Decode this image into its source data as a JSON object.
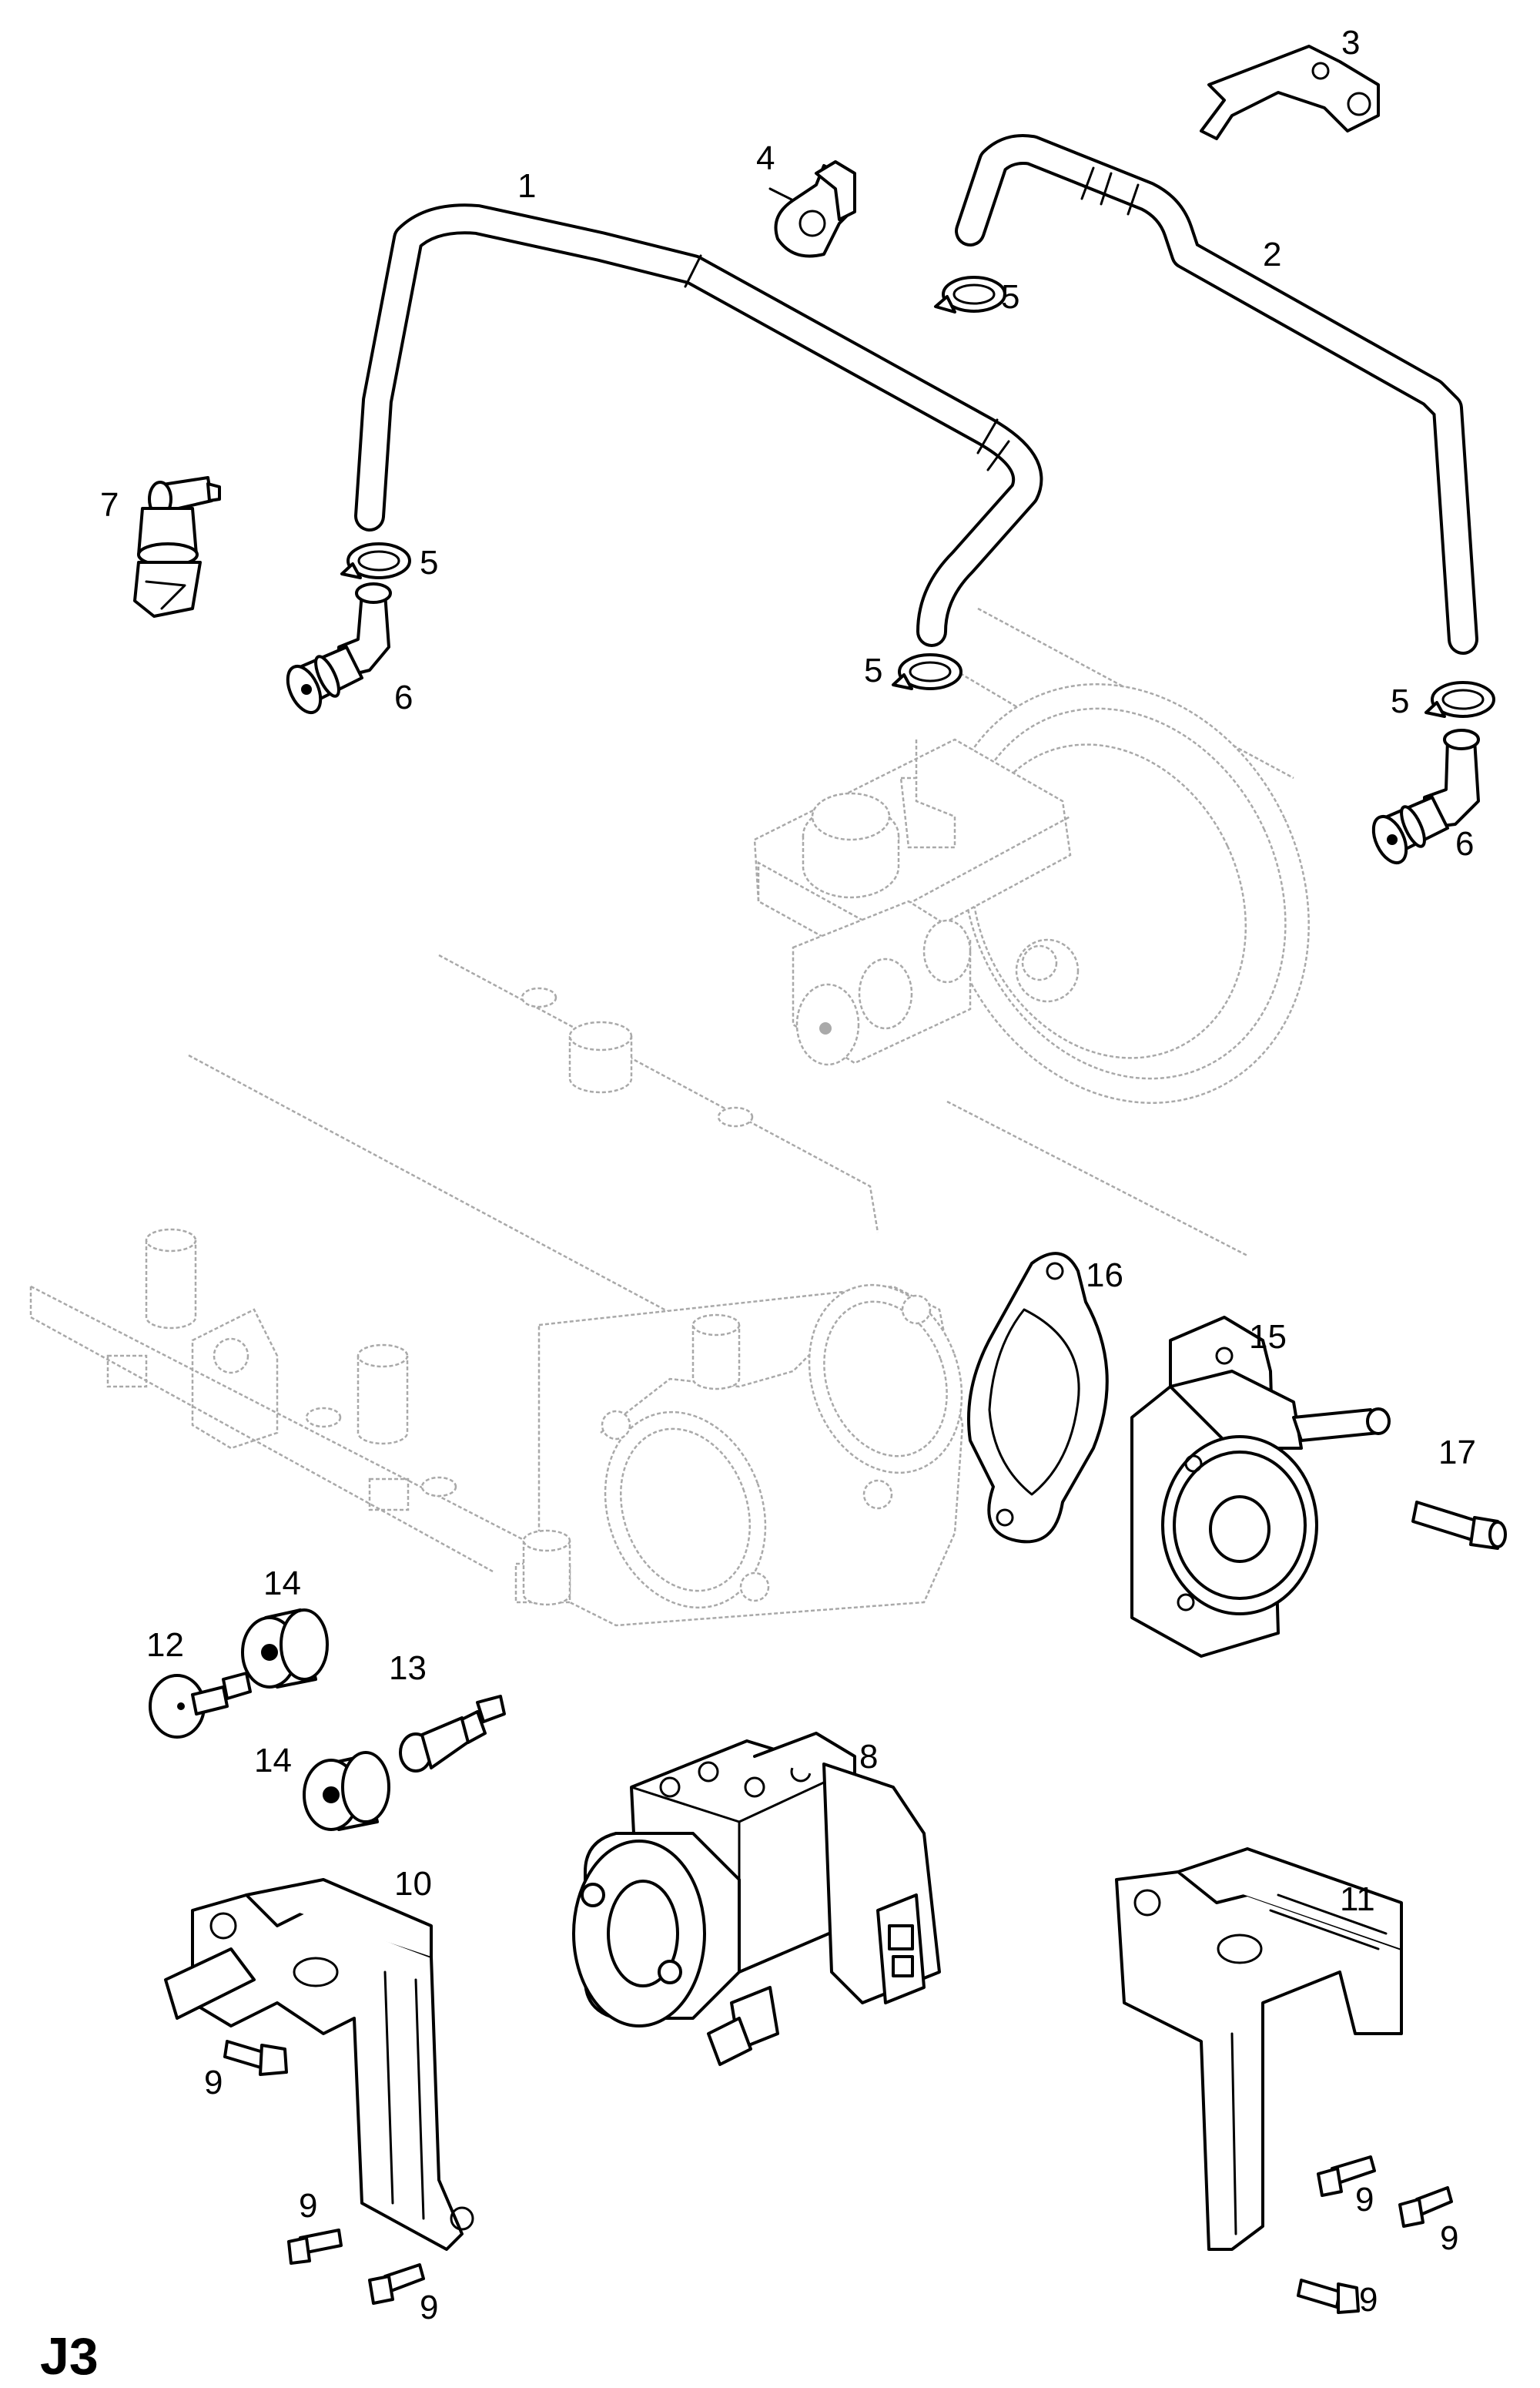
{
  "page": {
    "section": "J3"
  },
  "callouts": {
    "c1": "1",
    "c2": "2",
    "c3": "3",
    "c4": "4",
    "c5a": "5",
    "c5b": "5",
    "c5c": "5",
    "c5d": "5",
    "c6a": "6",
    "c6b": "6",
    "c7": "7",
    "c8": "8",
    "c9a": "9",
    "c9b": "9",
    "c9c": "9",
    "c9d": "9",
    "c9e": "9",
    "c9f": "9",
    "c10": "10",
    "c11": "11",
    "c12": "12",
    "c13": "13",
    "c14a": "14",
    "c14b": "14",
    "c15": "15",
    "c16": "16",
    "c17": "17"
  }
}
